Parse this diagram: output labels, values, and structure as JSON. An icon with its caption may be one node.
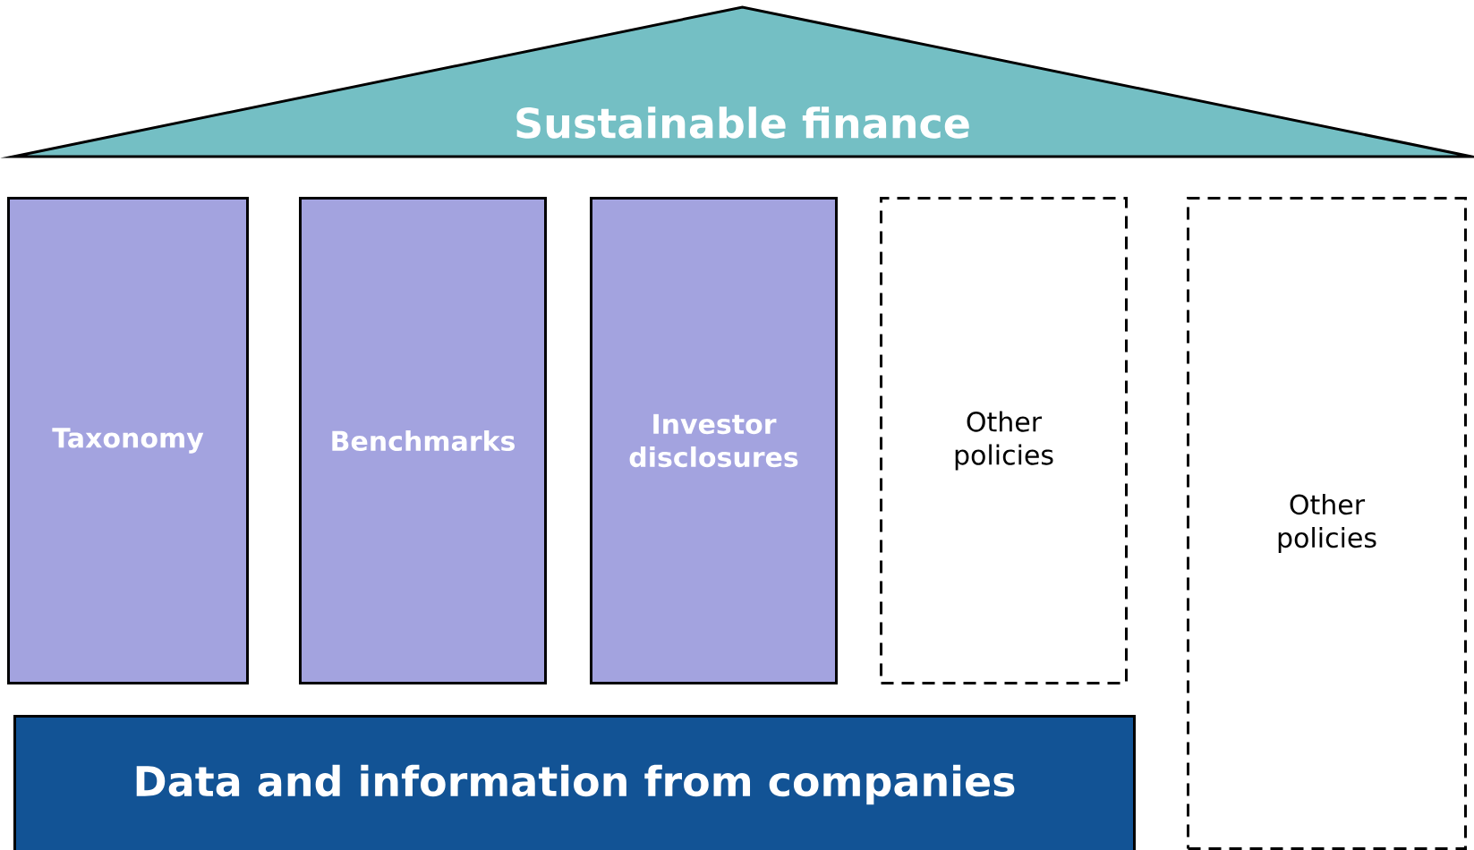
{
  "diagram": {
    "nodes": [
      {
        "text": [
          "Sustainable finance"
        ]
      },
      {
        "text": [
          "Taxonomy"
        ]
      },
      {
        "text": [
          "Benchmarks"
        ]
      },
      {
        "text": [
          "Investor disclosures"
        ]
      },
      {
        "text": [
          "Other policies"
        ]
      },
      {
        "text": [
          "Other policies"
        ]
      },
      {
        "text": [
          "Data and information from companies"
        ]
      }
    ]
  }
}
